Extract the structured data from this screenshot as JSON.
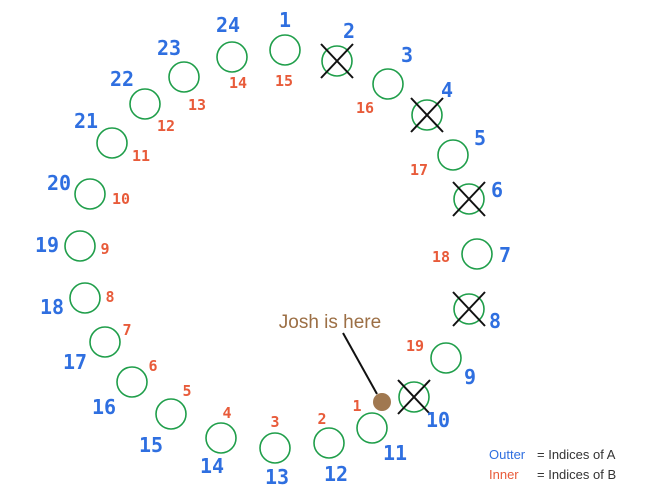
{
  "annotation": {
    "text": "Josh is here",
    "color": "#a07850"
  },
  "legend": {
    "outer_label": "Outter",
    "outer_desc": "= Indices of A",
    "inner_label": "Inner",
    "inner_desc": "= Indices of B"
  },
  "colors": {
    "outer": "#2f6fe0",
    "inner": "#e85b3a",
    "circle": "#1f9e4a",
    "marker": "#a07850"
  },
  "outer_labels": [
    "1",
    "2",
    "3",
    "4",
    "5",
    "6",
    "7",
    "8",
    "9",
    "10",
    "11",
    "12",
    "13",
    "14",
    "15",
    "16",
    "17",
    "18",
    "19",
    "20",
    "21",
    "22",
    "23",
    "24"
  ],
  "crossed_outer": [
    "2",
    "4",
    "6",
    "8",
    "10"
  ],
  "inner_labels": [
    "1",
    "2",
    "3",
    "4",
    "5",
    "6",
    "7",
    "8",
    "9",
    "10",
    "11",
    "12",
    "13",
    "14",
    "15",
    "16",
    "17",
    "18",
    "19"
  ]
}
